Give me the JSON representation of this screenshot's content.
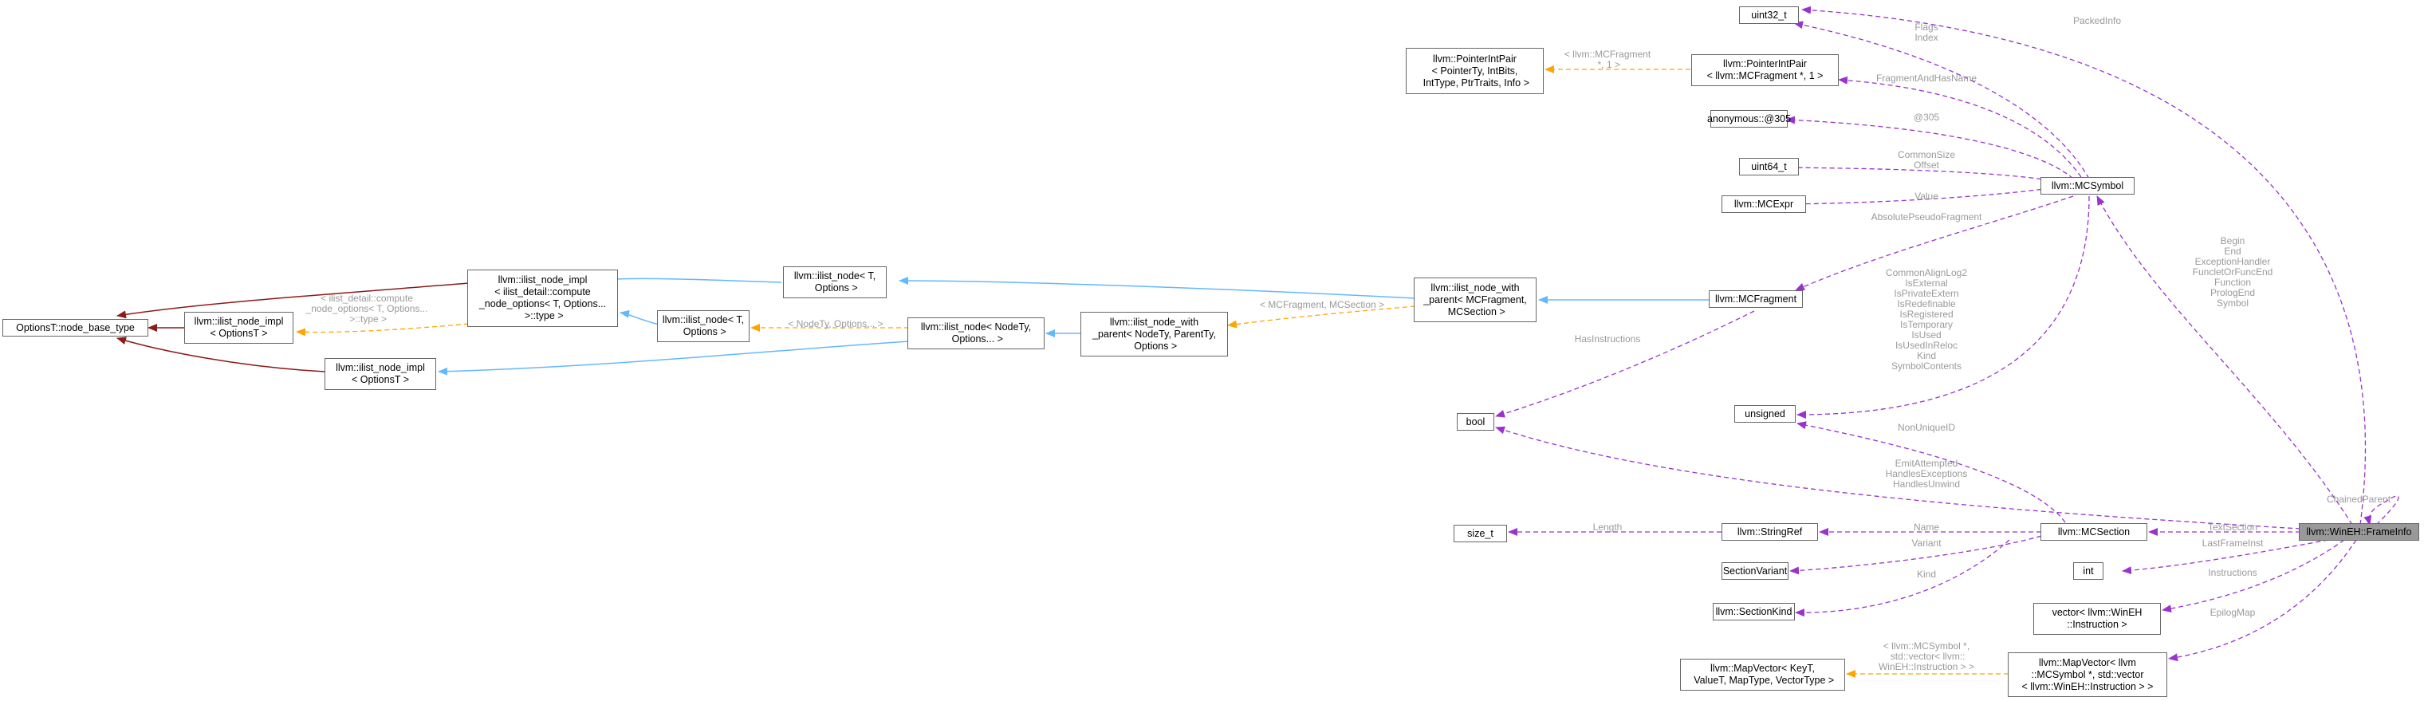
{
  "nodes": {
    "uint32_t": "uint32_t",
    "pointerintpair_generic": "llvm::PointerIntPair\n< PointerTy, IntBits,\n IntType, PtrTraits, Info >",
    "pointerintpair_mcfragment": "llvm::PointerIntPair\n< llvm::MCFragment *, 1 >",
    "anonymous_305": "anonymous::@305",
    "uint64_t": "uint64_t",
    "mcexpr": "llvm::MCExpr",
    "mcsymbol": "llvm::MCSymbol",
    "options_node_base_type": "OptionsT::node_base_type",
    "ilist_node_impl_compute": "llvm::ilist_node_impl\n< ilist_detail::compute\n_node_options< T, Options...\n >::type >",
    "ilist_node_t_options_top": "llvm::ilist_node< T,\n Options >",
    "ilist_node_with_parent_mcfragment": "llvm::ilist_node_with\n_parent< MCFragment,\n MCSection >",
    "mcfragment": "llvm::MCFragment",
    "ilist_node_impl_optionst_1": "llvm::ilist_node_impl\n< OptionsT >",
    "ilist_node_t_options_mid": "llvm::ilist_node< T,\n Options >",
    "ilist_node_nodety": "llvm::ilist_node< NodeTy,\n Options... >",
    "ilist_node_with_parent_generic": "llvm::ilist_node_with\n_parent< NodeTy, ParentTy,\n Options >",
    "ilist_node_impl_optionst_2": "llvm::ilist_node_impl\n< OptionsT >",
    "bool": "bool",
    "unsigned": "unsigned",
    "size_t": "size_t",
    "stringref": "llvm::StringRef",
    "mcsection": "llvm::MCSection",
    "frameinfo": "llvm::WinEH::FrameInfo",
    "sectionvariant": "SectionVariant",
    "int": "int",
    "sectionkind": "llvm::SectionKind",
    "vector_instruction": "vector< llvm::WinEH\n::Instruction >",
    "mapvector_generic": "llvm::MapVector< KeyT,\n ValueT, MapType, VectorType >",
    "mapvector_mcsymbol": "llvm::MapVector< llvm\n::MCSymbol *, std::vector\n< llvm::WinEH::Instruction > >"
  },
  "edge_labels": {
    "packedinfo": "PackedInfo",
    "flags_index": "Flags\nIndex",
    "fragmentandhasname": "FragmentAndHasName",
    "anon_305": "@305",
    "commonsize_offset": "CommonSize\nOffset",
    "value": "Value",
    "absolutepseudofragment": "AbsolutePseudoFragment",
    "frameinfo_to_mcsymbol": "Begin\nEnd\nExceptionHandler\nFuncletOrFuncEnd\nFunction\nPrologEnd\nSymbol",
    "pointerintpair_template": "< llvm::MCFragment\n *, 1 >",
    "mcsymbol_to_unsigned": "CommonAlignLog2\nIsExternal\nIsPrivateExtern\nIsRedefinable\nIsRegistered\nIsTemporary\nIsUsed\nIsUsedInReloc\nKind\nSymbolContents",
    "ilist_impl_template": "< ilist_detail::compute\n_node_options< T, Options...\n >::type >",
    "with_parent_template": "< MCFragment, MCSection >",
    "nodety_template": "< NodeTy, Options... >",
    "hasinstructions": "HasInstructions",
    "nonuniqueid": "NonUniqueID",
    "frameinfo_to_bool": "EmitAttempted\nHandlesExceptions\nHandlesUnwind",
    "chainedparent": "ChainedParent",
    "textsection": "TextSection",
    "length": "Length",
    "name": "Name",
    "variant": "Variant",
    "lastframeinst": "LastFrameInst",
    "kind": "Kind",
    "instructions": "Instructions",
    "epilogmap": "EpilogMap",
    "mapvector_template": "< llvm::MCSymbol *,\n std::vector< llvm::\nWinEH::Instruction > >"
  },
  "colors": {
    "inheritance_public": "#63b8ff",
    "inheritance_base": "#8b1a1a",
    "member_usage": "#9a32cd",
    "template_instance": "#ffa500",
    "node_border": "#666666",
    "focus_fill": "#999999",
    "label_text": "#9a9a9a"
  }
}
